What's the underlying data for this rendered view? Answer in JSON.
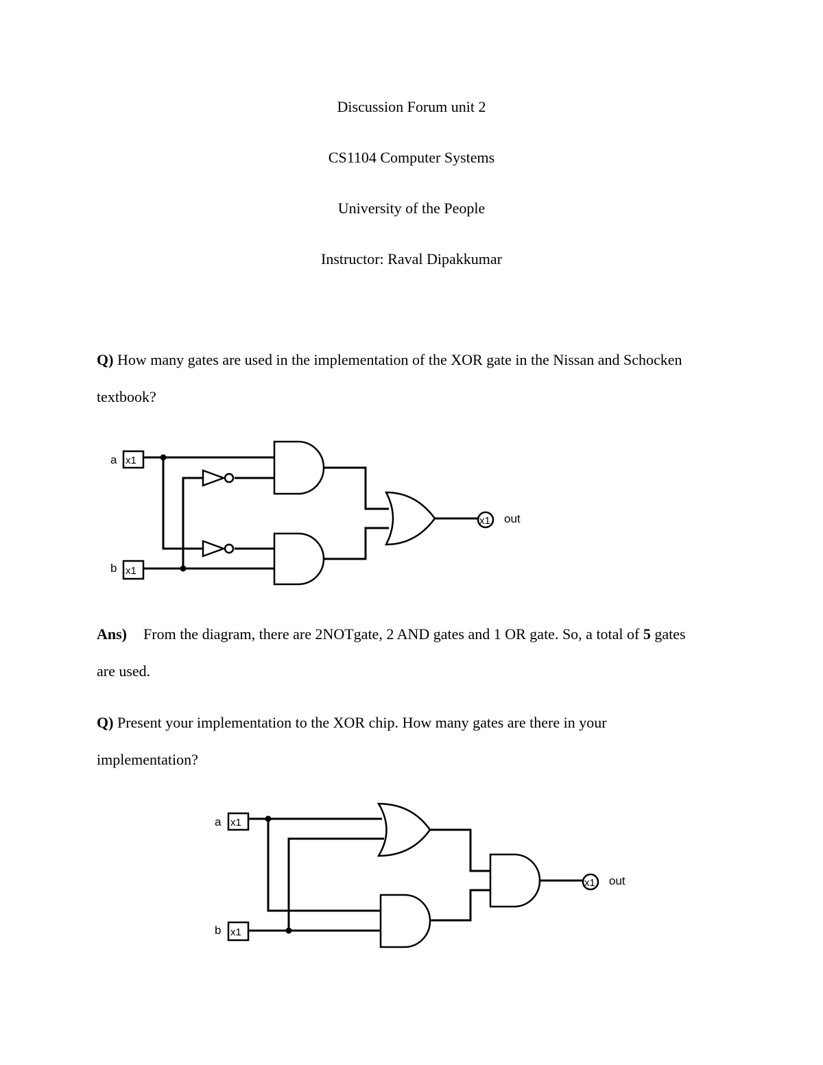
{
  "header": {
    "title": "Discussion Forum unit 2",
    "course": "CS1104 Computer Systems",
    "university": "University of the People",
    "instructor": "Instructor: Raval Dipakkumar"
  },
  "q1": {
    "prefix": "Q)",
    "line1": " How many gates are used in the implementation of the XOR gate in the Nissan and Schocken",
    "line2": "textbook?"
  },
  "ans1": {
    "prefix": "Ans)",
    "line1_a": "From the diagram, there are 2NOTgate, 2 AND gates and 1 OR gate. So, a total of ",
    "line1_bold": "5",
    "line1_b": " gates",
    "line2": "are used."
  },
  "q2": {
    "prefix": "Q)",
    "line1": " Present your implementation to the XOR chip. How many gates are there in your",
    "line2": "implementation?"
  },
  "circuit1": {
    "input_a": "a",
    "input_b": "b",
    "box_label": "x1",
    "output_box": "x1",
    "output_label": "out"
  },
  "circuit2": {
    "input_a": "a",
    "input_b": "b",
    "box_label": "x1",
    "output_box": "x1",
    "output_label": "out"
  }
}
